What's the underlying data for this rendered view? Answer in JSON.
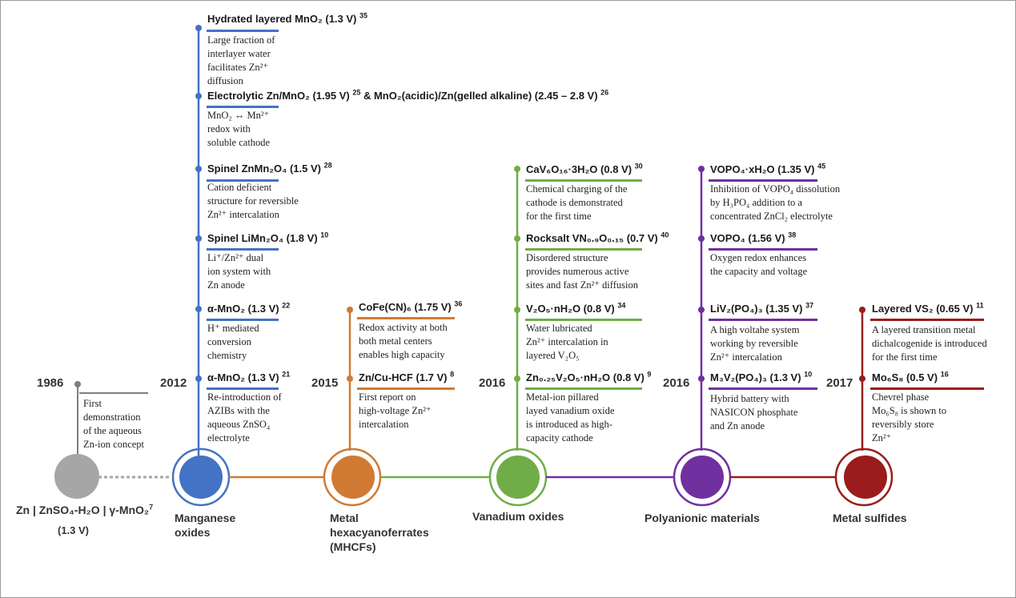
{
  "colors": {
    "grey": "#7f7f7f",
    "manganese": "#4472c4",
    "mhcf": "#d07a33",
    "vanadium": "#70ad47",
    "polyanion": "#7030a0",
    "sulfide": "#9b1c1c"
  },
  "years": {
    "y1986": "1986",
    "y2012": "2012",
    "y2015": "2015",
    "y2016a": "2016",
    "y2016b": "2016",
    "y2017": "2017"
  },
  "categories": {
    "zn_system_line1": "Zn | ZnSO₄-H₂O | γ-MnO₂",
    "zn_system_ref": "7",
    "zn_system_line2": "(1.3 V)",
    "manganese_line1": "Manganese",
    "manganese_line2": "oxides",
    "mhcf_line1": "Metal",
    "mhcf_line2": "hexacyanoferrates",
    "mhcf_line3": "(MHCFs)",
    "vanadium": "Vanadium oxides",
    "polyanion": "Polyanionic materials",
    "sulfide": "Metal sulfides"
  },
  "events": {
    "first_demo": {
      "desc": [
        "First",
        "demonstration",
        "of the aqueous",
        "Zn-ion concept"
      ]
    },
    "mn1": {
      "title": "Hydrated layered MnO₂ (1.3 V)",
      "ref": "35",
      "desc": [
        "Large fraction of",
        "interlayer water",
        "facilitates Zn²⁺",
        "diffusion"
      ]
    },
    "mn2": {
      "title": "Electrolytic Zn/MnO₂ (1.95 V) ",
      "ref1": "25",
      "title_b": " & MnO₂(acidic)/Zn(gelled alkaline) (2.45 – 2.8 V) ",
      "ref2": "26",
      "desc": [
        "MnO₂ ↔ Mn²⁺",
        "redox with",
        "soluble cathode"
      ]
    },
    "mn3": {
      "title": "Spinel ZnMn₂O₄ (1.5 V)",
      "ref": "28",
      "desc": [
        "Cation deficient",
        "structure for reversible",
        "Zn²⁺ intercalation"
      ]
    },
    "mn4": {
      "title": "Spinel LiMn₂O₄ (1.8 V)",
      "ref": "10",
      "desc": [
        "Li⁺/Zn²⁺ dual",
        "ion system with",
        "Zn anode"
      ]
    },
    "mn5": {
      "title": "α-MnO₂ (1.3 V)",
      "ref": "22",
      "desc": [
        "H⁺ mediated",
        "conversion",
        "chemistry"
      ]
    },
    "mn6": {
      "title": "α-MnO₂ (1.3 V)",
      "ref": "21",
      "desc": [
        "Re-introduction of",
        "AZIBs with the",
        "aqueous ZnSO₄",
        "electrolyte"
      ]
    },
    "hcf1": {
      "title": "CoFe(CN)₆ (1.75 V)",
      "ref": "36",
      "desc": [
        "Redox activity at both",
        "both metal centers",
        "enables high capacity"
      ]
    },
    "hcf2": {
      "title": "Zn/Cu-HCF (1.7 V)",
      "ref": "8",
      "desc": [
        "First report on",
        "high-voltage Zn²⁺",
        "intercalation"
      ]
    },
    "v1": {
      "title": "CaV₆O₁₆·3H₂O (0.8 V)",
      "ref": "30",
      "desc": [
        "Chemical charging of the",
        "cathode is demonstrated",
        "for the first time"
      ]
    },
    "v2": {
      "title": "Rocksalt VN₀.₉O₀.₁₅ (0.7 V)",
      "ref": "40",
      "desc": [
        "Disordered structure",
        "provides numerous active",
        "sites and fast Zn²⁺ diffusion"
      ]
    },
    "v3": {
      "title": "V₂O₅·nH₂O (0.8 V)",
      "ref": "34",
      "desc": [
        "Water lubricated",
        "Zn²⁺ intercalation in",
        "layered V₂O₅"
      ]
    },
    "v4": {
      "title": "Zn₀.₂₅V₂O₅·nH₂O (0.8 V)",
      "ref": "9",
      "desc": [
        "Metal-ion pillared",
        "layed vanadium oxide",
        "is introduced as high-",
        "capacity cathode"
      ]
    },
    "p1": {
      "title": "VOPO₄·xH₂O (1.35 V)",
      "ref": "45",
      "desc": [
        "Inhibition of VOPO₄ dissolution",
        "by H₃PO₄ addition to a",
        "concentrated ZnCl₂ electrolyte"
      ]
    },
    "p2": {
      "title": "VOPO₄ (1.56 V)",
      "ref": "38",
      "desc": [
        "Oxygen redox enhances",
        "the capacity and voltage"
      ]
    },
    "p3": {
      "title": "LiV₂(PO₄)₃ (1.35 V)",
      "ref": "37",
      "desc": [
        "A high voltahe system",
        "working by reversible",
        "Zn²⁺ intercalation"
      ]
    },
    "p4": {
      "title": "M₃V₂(PO₄)₃ (1.3 V)",
      "ref": "10",
      "desc": [
        "Hybrid battery with",
        "NASICON phosphate",
        "and Zn anode"
      ]
    },
    "s1": {
      "title": "Layered VS₂ (0.65 V)",
      "ref": "11",
      "desc": [
        "A layered transition metal",
        "dichalcogenide is introduced",
        "for the first time"
      ]
    },
    "s2": {
      "title": "Mo₆S₈ (0.5 V)",
      "ref": "16",
      "desc": [
        "Chevrel phase",
        "Mo₆S₈ is shown to",
        "reversibly store",
        "Zn²⁺"
      ]
    }
  }
}
